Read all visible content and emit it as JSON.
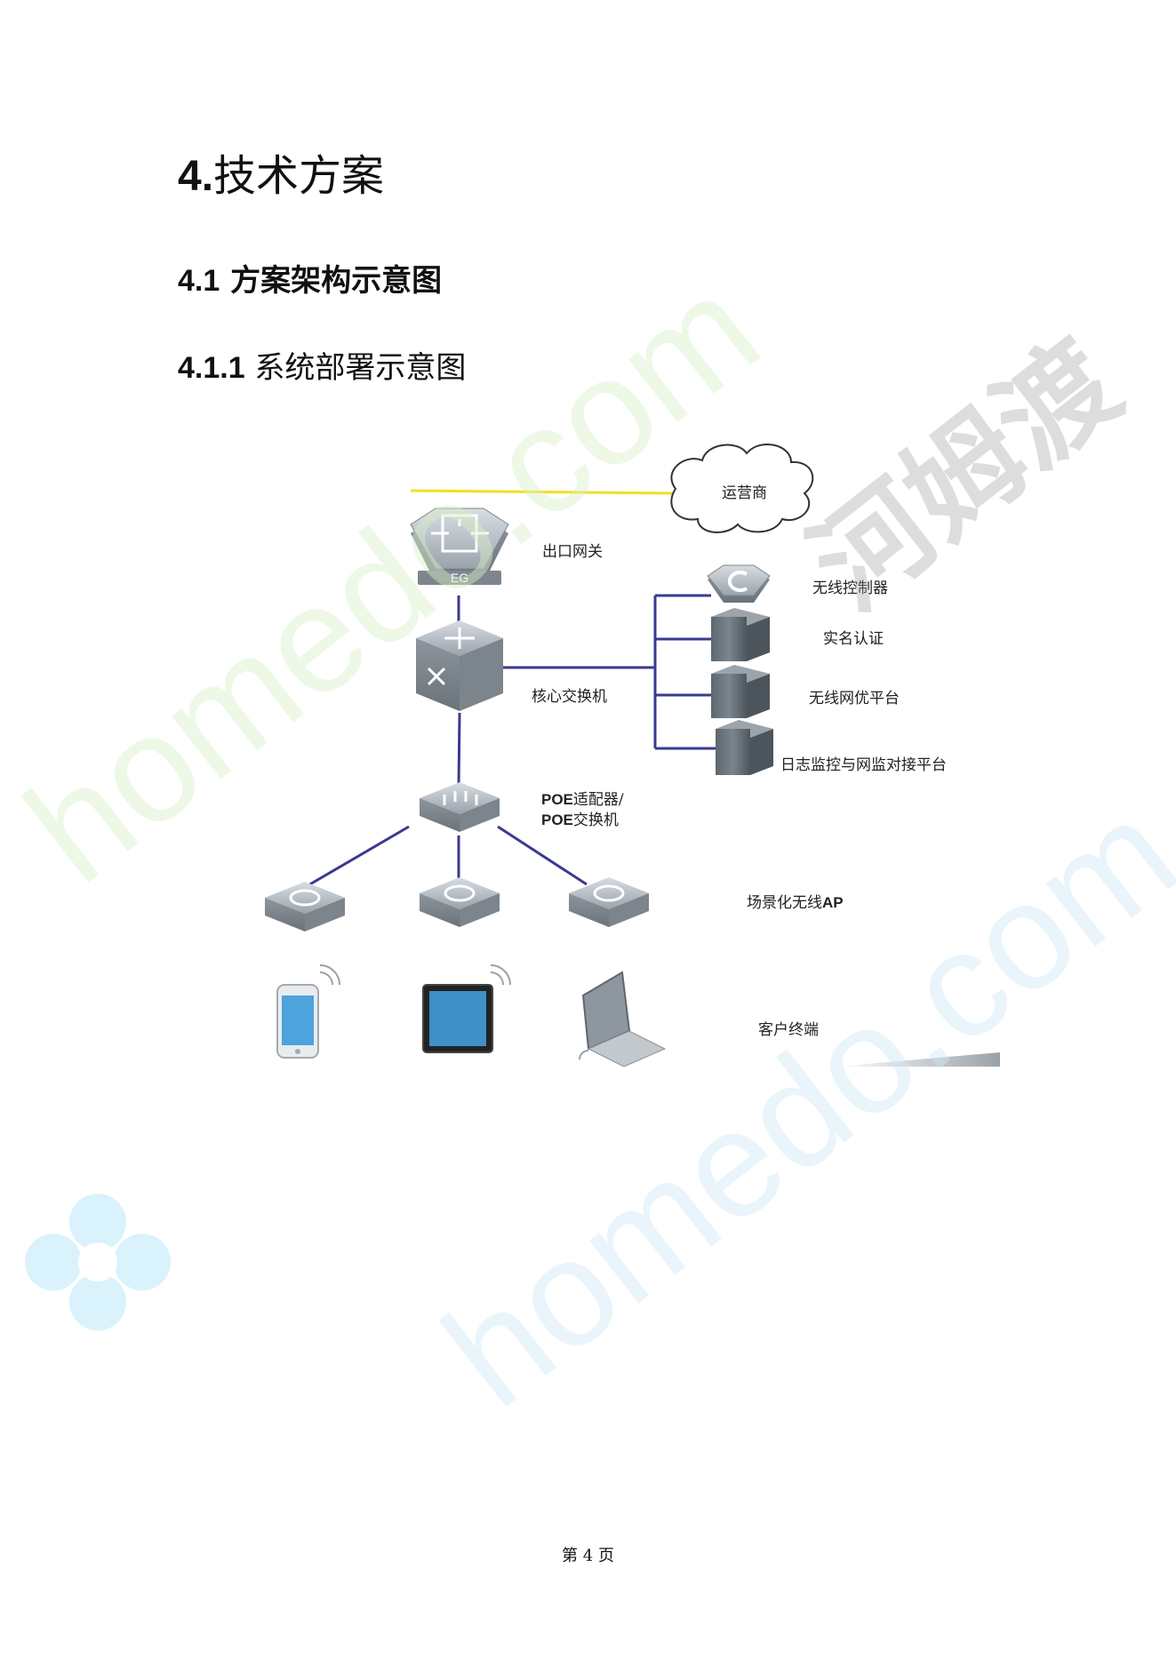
{
  "doc": {
    "heading1": {
      "num": "4.",
      "text": "技术方案"
    },
    "heading2": {
      "num": "4.1",
      "text": "方案架构示意图"
    },
    "heading3": {
      "num": "4.1.1",
      "text": "系统部署示意图"
    }
  },
  "diagram": {
    "cloud": "运营商",
    "gateway": "出口网关",
    "gateway_badge": "EG",
    "core_switch": "核心交换机",
    "poe_line1_prefix": "POE",
    "poe_line1_suffix": "适配器/",
    "poe_line2_prefix": "POE",
    "poe_line2_suffix": "交换机",
    "servers": [
      "无线控制器",
      "实名认证",
      "无线网优平台",
      "日志监控与网监对接平台"
    ],
    "ap_prefix": "场景化无线",
    "ap_suffix": "AP",
    "clients": "客户终端"
  },
  "footer": {
    "prefix": "第",
    "page": "4",
    "suffix": "页"
  },
  "watermark": {
    "text1": "homedo.com",
    "text2": "homedo.com",
    "text3": "河姆渡"
  },
  "colors": {
    "link_blue": "#3a3a8f",
    "link_yellow": "#f0e020",
    "device": "#a9b1b9"
  }
}
